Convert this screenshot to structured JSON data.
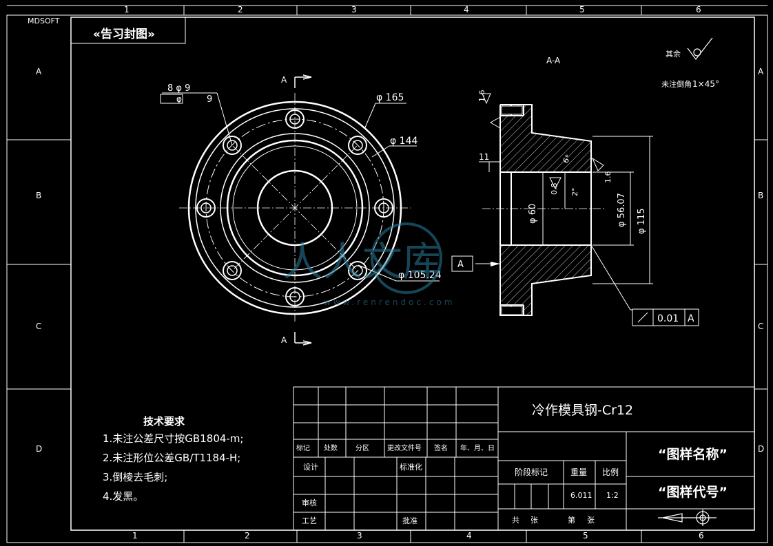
{
  "corner_label": "MDSOFT",
  "frame": {
    "columns": [
      "1",
      "2",
      "3",
      "4",
      "5",
      "6"
    ],
    "rows": [
      "A",
      "B",
      "C",
      "D"
    ]
  },
  "stamp_label": "«告习封图»",
  "section_label": "A-A",
  "section_marker": "A",
  "roughness": {
    "label": "其余"
  },
  "chamfer_note": {
    "label": "未注倒角",
    "value": "1×45°"
  },
  "hole_note": {
    "count_dia": "8  φ 9",
    "counterbore": "φ",
    "depth": "9"
  },
  "dimensions": {
    "d165": "φ 165",
    "d144": "φ 144",
    "d105": "φ 105.24",
    "d56": "φ 56.07",
    "d115": "φ 115",
    "d60": "φ 60",
    "w11": "11",
    "r08": "0.8",
    "a2": "2°",
    "a6": "6°",
    "r16a": "1.6",
    "r16b": "1.6"
  },
  "datum": {
    "letter": "A",
    "tolerance": "0.01",
    "ref": "A"
  },
  "tech_req": {
    "title": "技术要求",
    "items": [
      "1.未注公差尺寸按GB1804-m;",
      "2.未注形位公差GB/T1184-H;",
      "3.倒棱去毛刺;",
      "4.发黑。"
    ]
  },
  "title_block": {
    "material": "冷作模具钢-Cr12",
    "drawing_name": "“图样名称”",
    "drawing_code": "“图样代号”",
    "rev_headers": [
      "标记",
      "处数",
      "分区",
      "更改文件号",
      "签名",
      "年、月、日"
    ],
    "design": "设计",
    "standard": "标准化",
    "review": "审核",
    "process": "工艺",
    "approve": "批准",
    "stage": "阶段标记",
    "weight": "重量",
    "scale": "比例",
    "weight_value": "6.011",
    "scale_value": "1:2",
    "total_sheets": "共",
    "sheets_unit": "张",
    "sheet_no": "第",
    "sheet_unit": "张"
  },
  "watermark": {
    "text": "人人文库",
    "url": "www.renrendoc.com"
  }
}
